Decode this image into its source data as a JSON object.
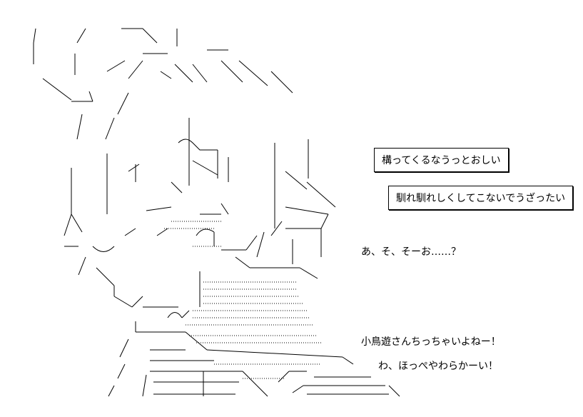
{
  "dialogue": {
    "box1": "構ってくるなうっとおしい",
    "box2": "馴れ馴れしくしてこないでうざったい",
    "line1": "あ、そ、そーお……？",
    "line2": "小鳥遊さんちっちゃいよねー！",
    "line3": "わ、ほっぺやわらかーい！"
  }
}
